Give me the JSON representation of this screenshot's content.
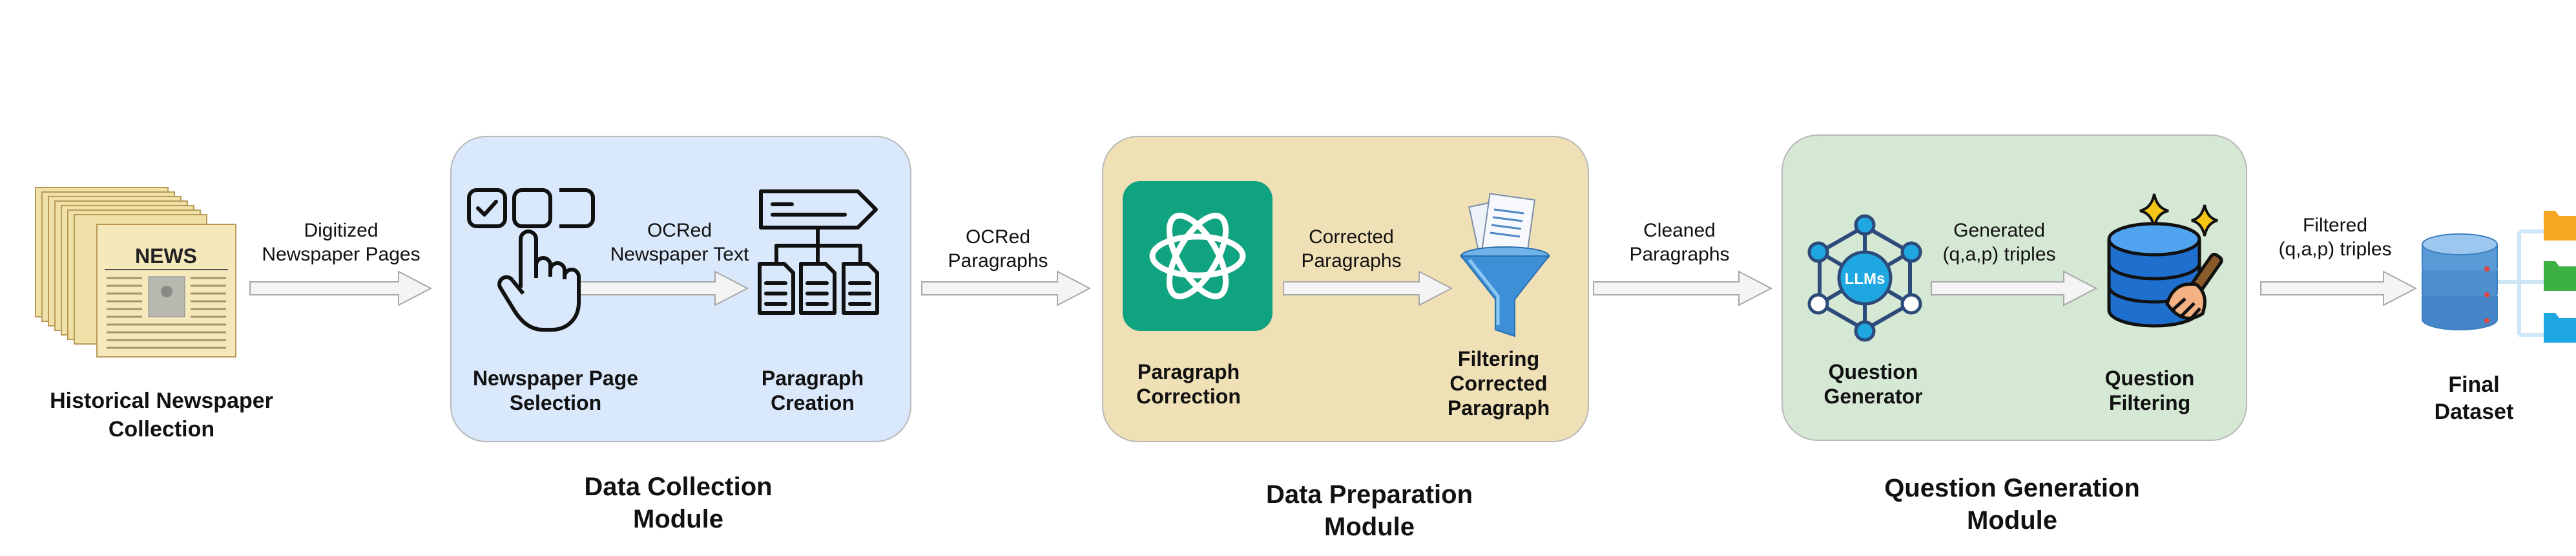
{
  "nodes": {
    "source": {
      "line1": "Historical Newspaper",
      "line2": "Collection",
      "icon_text": "NEWS"
    },
    "page_selection": {
      "line1": "Newspaper Page",
      "line2": "Selection"
    },
    "paragraph_creation": {
      "line1": "Paragraph",
      "line2": "Creation"
    },
    "paragraph_correction": {
      "line1": "Paragraph",
      "line2": "Correction"
    },
    "filtering": {
      "line1": "Filtering",
      "line2": "Corrected",
      "line3": "Paragraph"
    },
    "question_generator": {
      "line1": "Question",
      "line2": "Generator",
      "icon_text": "LLMs"
    },
    "question_filtering": {
      "line1": "Question",
      "line2": "Filtering"
    },
    "final": {
      "line1": "Final",
      "line2": "Dataset"
    }
  },
  "edges": {
    "e1": {
      "line1": "Digitized",
      "line2": "Newspaper Pages"
    },
    "e2": {
      "line1": "OCRed",
      "line2": "Newspaper Text"
    },
    "e3": {
      "line1": "OCRed",
      "line2": "Paragraphs"
    },
    "e4": {
      "line1": "Corrected",
      "line2": "Paragraphs"
    },
    "e5": {
      "line1": "Cleaned",
      "line2": "Paragraphs"
    },
    "e6": {
      "line1": "Generated",
      "line2": "(q,a,p) triples"
    },
    "e7": {
      "line1": "Filtered",
      "line2": "(q,a,p) triples"
    }
  },
  "modules": {
    "collection": {
      "line1": "Data Collection",
      "line2": "Module",
      "color": "#dae8fc"
    },
    "preparation": {
      "line1": "Data Preparation",
      "line2": "Module",
      "color": "#f0e0b6"
    },
    "generation": {
      "line1": "Question Generation",
      "line2": "Module",
      "color": "#d5e8d4"
    }
  }
}
